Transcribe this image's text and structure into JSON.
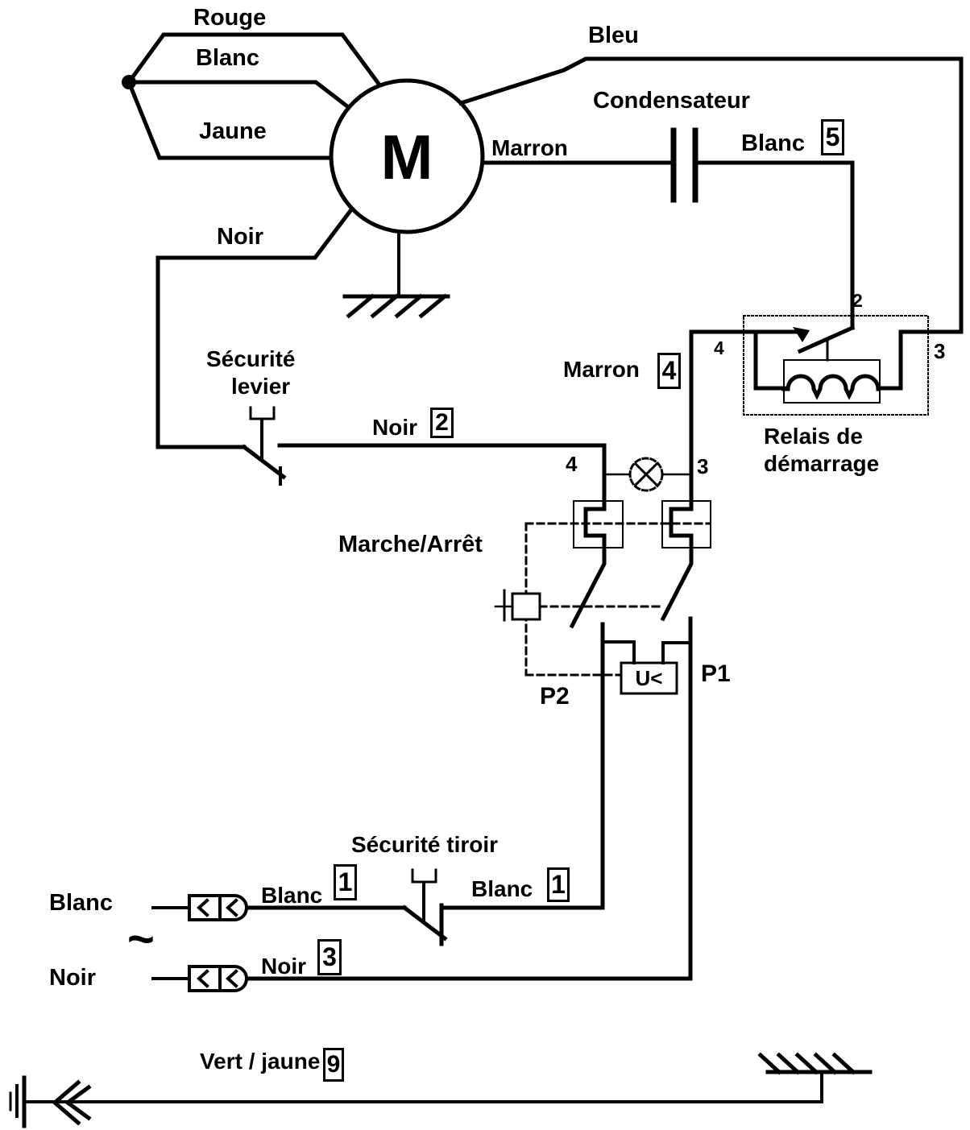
{
  "labels": {
    "motor": "M",
    "wire_rouge": "Rouge",
    "wire_blanc_top": "Blanc",
    "wire_jaune": "Jaune",
    "wire_noir_motor": "Noir",
    "wire_bleu": "Bleu",
    "condensateur": "Condensateur",
    "wire_marron": "Marron",
    "wire_blanc_cap": "Blanc",
    "num_blanc_cap": "5",
    "relay_term_2": "2",
    "relay_term_4": "4",
    "relay_term_3": "3",
    "wire_marron_mid": "Marron",
    "num_marron_mid": "4",
    "relay_name_line1": "Relais de",
    "relay_name_line2": "démarrage",
    "securite_levier_line1": "Sécurité",
    "securite_levier_line2": "levier",
    "wire_noir_mid": "Noir",
    "num_noir_mid": "2",
    "switch_term_4": "4",
    "switch_term_3": "3",
    "switch_name": "Marche/Arrêt",
    "undervoltage": "U<",
    "p1": "P1",
    "p2": "P2",
    "securite_tiroir": "Sécurité tiroir",
    "input_blanc": "Blanc",
    "input_noir": "Noir",
    "ac_symbol": "~",
    "wire_blanc1_left": "Blanc",
    "num_blanc1_left": "1",
    "wire_blanc1_right": "Blanc",
    "num_blanc1_right": "1",
    "wire_noir3": "Noir",
    "num_noir3": "3",
    "wire_vert_jaune": "Vert / jaune",
    "num_vert_jaune": "9"
  },
  "colors": {
    "line": "#000000",
    "background": "#ffffff"
  }
}
